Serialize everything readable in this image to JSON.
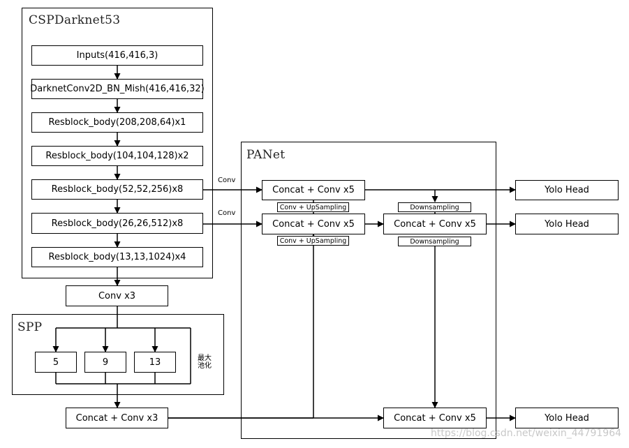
{
  "groups": {
    "backbone": "CSPDarknet53",
    "spp": "SPP",
    "panet": "PANet"
  },
  "backbone_blocks": [
    "Inputs(416,416,3)",
    "DarknetConv2D_BN_Mish(416,416,32)",
    "Resblock_body(208,208,64)x1",
    "Resblock_body(104,104,128)x2",
    "Resblock_body(52,52,256)x8",
    "Resblock_body(26,26,512)x8",
    "Resblock_body(13,13,1024)x4"
  ],
  "neck": {
    "conv_x3": "Conv x3",
    "concat_conv_x3": "Concat + Conv x3",
    "pool_sizes": [
      "5",
      "9",
      "13"
    ],
    "pool_label": "最大池化"
  },
  "panet": {
    "concat_1": "Concat + Conv x5",
    "concat_2": "Concat + Conv x5",
    "concat_3": "Concat + Conv x5",
    "concat_4": "Concat + Conv x5",
    "upsampling_1": "Conv + UpSampling",
    "upsampling_2": "Conv + UpSampling",
    "downsampling_1": "Downsampling",
    "downsampling_2": "Downsampling",
    "conv_label_1": "Conv",
    "conv_label_2": "Conv"
  },
  "heads": [
    "Yolo Head",
    "Yolo Head",
    "Yolo Head"
  ],
  "watermark": "https://blog.csdn.net/weixin_44791964"
}
